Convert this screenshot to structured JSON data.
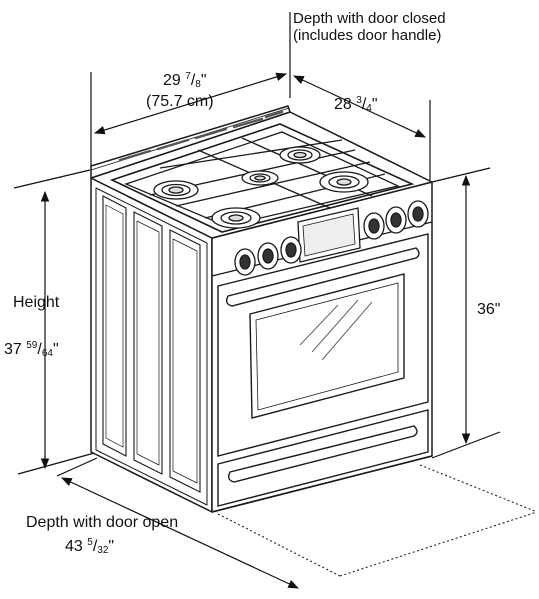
{
  "labels": {
    "depth_closed_line1": "Depth with door closed",
    "depth_closed_line2": "(includes door handle)",
    "width_whole": "29",
    "width_num": "7",
    "width_den": "8",
    "width_quote": "\"",
    "width_cm": "(75.7 cm)",
    "depth_closed_whole": "28",
    "depth_closed_num": "3",
    "depth_closed_den": "4",
    "depth_closed_quote": "\"",
    "height_title": "Height",
    "height_whole": "37",
    "height_num": "59",
    "height_den": "64",
    "height_quote": "\"",
    "cooktop_height": "36\"",
    "depth_open_title": "Depth with door open",
    "depth_open_whole": "43",
    "depth_open_num": "5",
    "depth_open_den": "32",
    "depth_open_quote": "\""
  },
  "colors": {
    "line": "#1a1a1a",
    "fill": "#ffffff",
    "light": "#f2f2f2"
  },
  "icons": {
    "burner": "burner-icon",
    "knob": "knob-icon",
    "display": "display-panel-icon"
  }
}
